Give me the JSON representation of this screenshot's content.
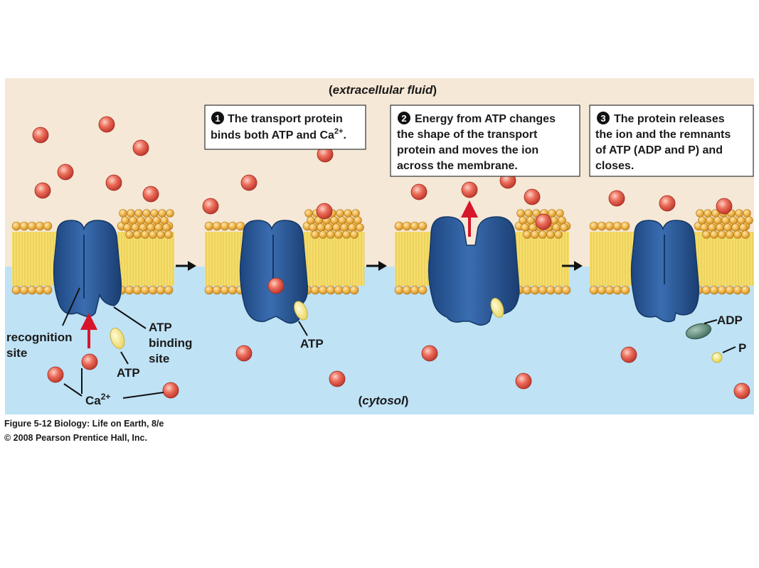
{
  "diagram": {
    "top_label_open": "(",
    "top_label": "extracellular fluid",
    "top_label_close": ")",
    "bottom_label_open": "(",
    "bottom_label": "cytosol",
    "bottom_label_close": ")",
    "panel1_labels": {
      "recognition_line1": "recognition",
      "recognition_line2": "site",
      "atp_binding_line1": "ATP",
      "atp_binding_line2": "binding",
      "atp_binding_line3": "site",
      "atp": "ATP",
      "ca": "Ca",
      "ca_sup": "2+"
    },
    "step1": {
      "number": "1",
      "line1": "The transport protein",
      "line2": "binds both ATP and Ca",
      "line2_sup": "2+",
      "line2_end": "."
    },
    "step2": {
      "number": "2",
      "line1": "Energy from ATP changes",
      "line2": "the shape of the transport",
      "line3": "protein and moves the ion",
      "line4": "across the membrane."
    },
    "step3": {
      "number": "3",
      "line1": "The protein releases",
      "line2": "the ion and the remnants",
      "line3": "of ATP (ADP and P) and",
      "line4": "closes."
    },
    "panel2_atp": "ATP",
    "panel4_adp": "ADP",
    "panel4_p": "P"
  },
  "caption": {
    "line1": "Figure 5-12  Biology: Life on Earth, 8/e",
    "line2": "© 2008 Pearson Prentice Hall, Inc."
  },
  "colors": {
    "extracellular": "#f6e8d6",
    "cytosol": "#bfe2f5",
    "protein": "#2f5f9e",
    "protein_dark": "#1b3f73",
    "ion": "#e8604f",
    "lipid_head": "#f0b64a",
    "lipid_tail": "#f6de6a",
    "atp": "#f3e48e",
    "adp": "#4f7e6c",
    "arrow_red": "#d7162b"
  }
}
